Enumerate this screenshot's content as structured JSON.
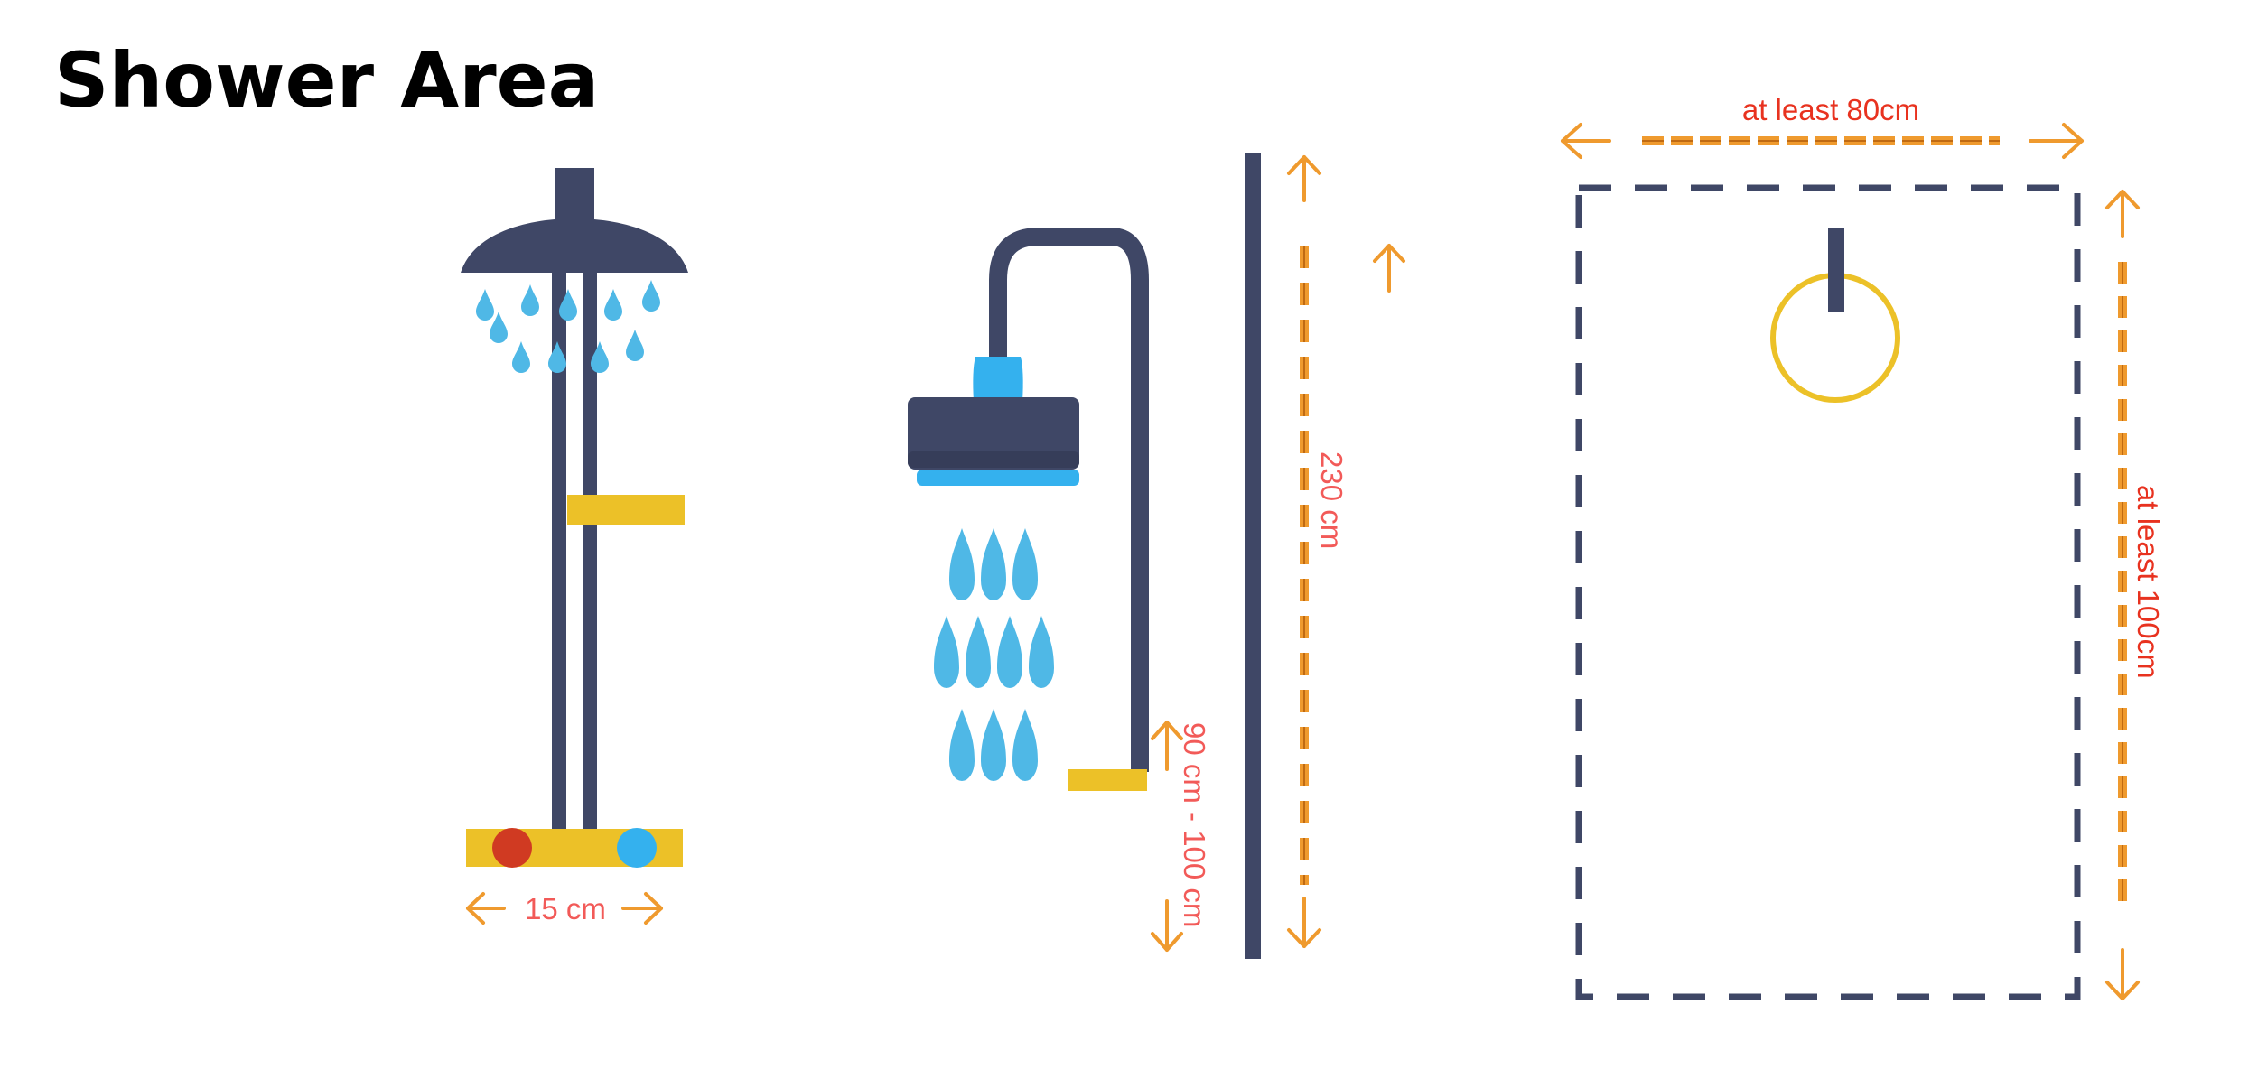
{
  "title": "Shower Area",
  "labels": {
    "width_15": "15 cm",
    "height_230": "230 cm",
    "height_90_100": "90 cm - 100 cm",
    "width_80": "at least 80cm",
    "depth_100": "at least 100cm"
  },
  "colors": {
    "navy": "#3f4766",
    "yellow": "#ecc128",
    "blue": "#34b1ee",
    "red": "#d03a22",
    "water": "#4fb8e6",
    "orange": "#ef9a2e",
    "label_red": "#e8321f",
    "label_coral": "#f25a58"
  },
  "icons": [
    "rain-shower-icon",
    "wall-shower-icon",
    "towel-ring-icon",
    "water-drop-icon",
    "arrow-icon"
  ]
}
